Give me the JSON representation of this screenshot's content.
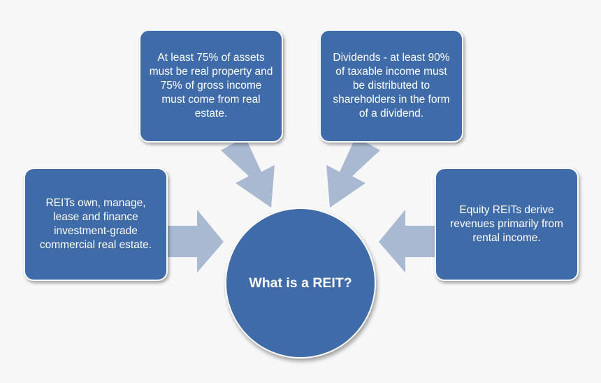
{
  "center": {
    "label": "What is a REIT?"
  },
  "boxes": {
    "left": "REITs own, manage, lease and finance investment-grade commercial real estate.",
    "top_left": "At least 75% of assets must be real property and 75% of gross income must come from real estate.",
    "top_right": "Dividends - at least 90% of taxable income must be distributed to shareholders in the form of a dividend.",
    "right": "Equity REITs derive revenues primarily from rental income."
  },
  "colors": {
    "node_fill": "#3f6ca9",
    "arrow_fill": "#a9b9d1",
    "background": "#f7f7f7"
  }
}
